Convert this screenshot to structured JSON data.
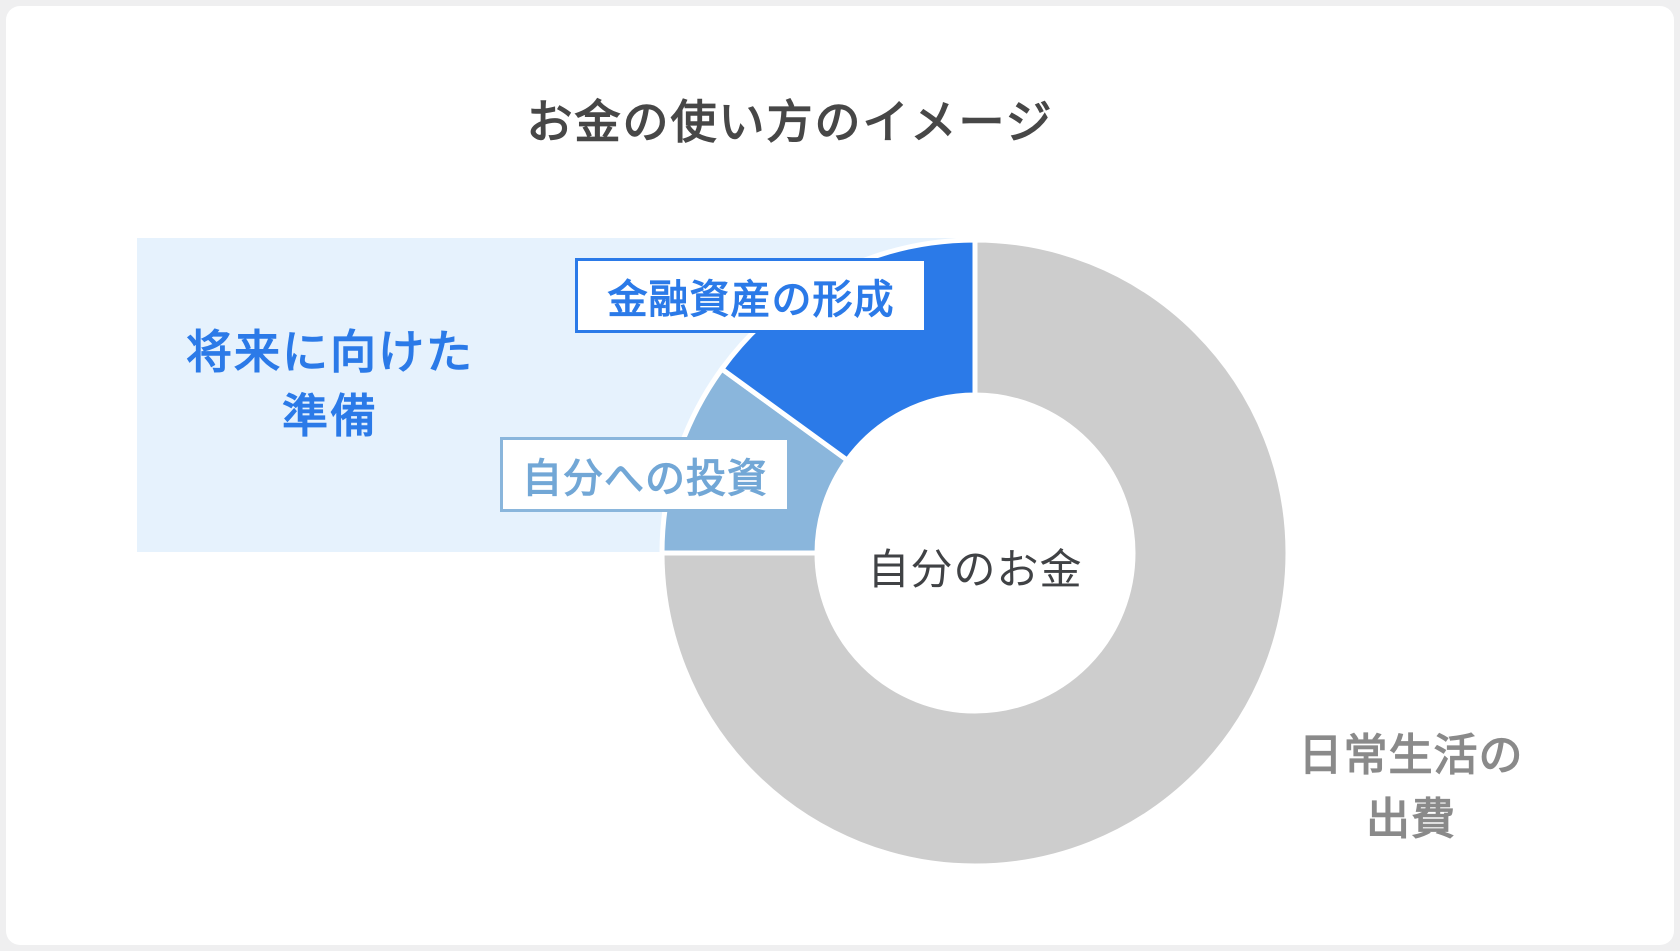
{
  "title": "お金の使い方のイメージ",
  "colors": {
    "page_background": "#efeff0",
    "card_background": "#ffffff",
    "title_text": "#474747",
    "accent_blue": "#2b7ae8",
    "light_blue": "#8ab6dc",
    "light_blue_text": "#72a7d6",
    "pale_blue_panel": "#e6f2fd",
    "gray_segment": "#cdcdcd",
    "gray_text": "#8a8a8a",
    "center_text": "#404245",
    "separator": "#ffffff"
  },
  "chart_data": {
    "type": "pie",
    "donut": true,
    "title": "お金の使い方のイメージ",
    "center_label": "自分のお金",
    "start_angle_deg": 0,
    "direction": "clockwise",
    "legend_position": "none",
    "segments": [
      {
        "label": "日常生活の出費",
        "percent": 75,
        "color": "#cdcdcd"
      },
      {
        "label": "自分への投資",
        "percent": 10,
        "color": "#8ab6dc"
      },
      {
        "label": "金融資産の形成",
        "percent": 15,
        "color": "#2b7ae8"
      }
    ],
    "group_annotation": {
      "label": "将来に向けた準備",
      "covers": [
        "自分への投資",
        "金融資産の形成"
      ]
    }
  },
  "labels": {
    "future_prep": {
      "lines": [
        "将来に向けた",
        "準備"
      ]
    },
    "financial_assets": "金融資産の形成",
    "self_investment": "自分への投資",
    "own_money": "自分のお金",
    "daily": {
      "lines": [
        "日常生活の",
        "出費"
      ]
    }
  }
}
